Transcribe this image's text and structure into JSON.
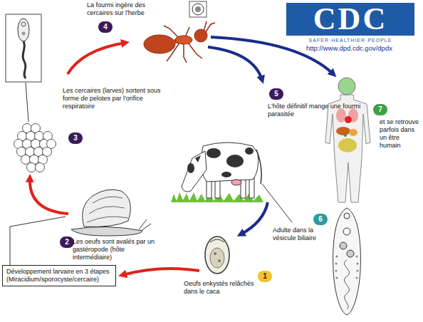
{
  "diagram": {
    "nodes": [
      {
        "text": [
          "4"
        ]
      },
      {
        "text": [
          "CDC",
          "SAFER·HEALTHIER·PEOPLE"
        ]
      },
      {
        "text": [
          "5"
        ]
      },
      {
        "text": [
          "7"
        ]
      },
      {
        "text": [
          "3"
        ]
      },
      {
        "text": [
          "2"
        ]
      },
      {
        "text": [
          "6"
        ]
      },
      {
        "text": [
          "1"
        ]
      },
      {
        "text": [
          "Développement larvaire en 3 étapes (Miracidium/sporocyste/cercaire)"
        ]
      }
    ],
    "labels": [
      "La fourmi ingère des cercaires sur l'herbe",
      "http://www.dpd.cdc.gov/dpdx",
      "Les cercaires (larves) sortent sous forme de pelotes par l'orifice respiratoire",
      "L'hôte définitif mange une fourmi parasitée",
      "et se retrouve parfois dans un être humain",
      "Les oeufs sont avalés par un gastéropode (hôte intermédiaire)",
      "Adulte dans la vésicule biliaire",
      "Oeufs enkystés relâchés dans le caca"
    ]
  }
}
